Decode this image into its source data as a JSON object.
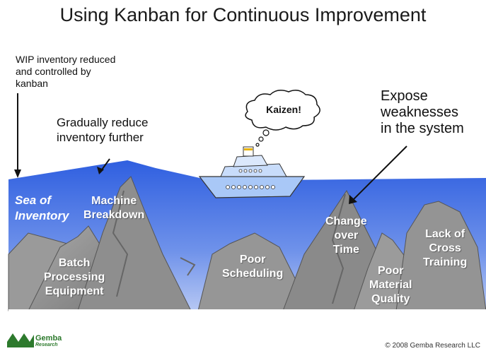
{
  "title": "Using Kanban for Continuous Improvement",
  "annotations": {
    "wip": [
      "WIP inventory reduced",
      "and controlled by",
      "kanban"
    ],
    "gradual": [
      "Gradually reduce",
      "inventory further"
    ],
    "expose": [
      "Expose",
      "weaknesses",
      "in the system"
    ],
    "kaizen": "Kaizen!"
  },
  "sea_label": [
    "Sea of",
    "Inventory"
  ],
  "rocks": {
    "machine_breakdown": [
      "Machine",
      "Breakdown"
    ],
    "batch_processing": [
      "Batch",
      "Processing",
      "Equipment"
    ],
    "poor_scheduling": [
      "Poor",
      "Scheduling"
    ],
    "changeover_time": [
      "Change",
      "over",
      "Time"
    ],
    "poor_material_quality": [
      "Poor",
      "Material",
      "Quality"
    ],
    "lack_of_cross_training": [
      "Lack of",
      "Cross",
      "Training"
    ]
  },
  "logo": [
    "Gemba",
    "Research"
  ],
  "copyright": "© 2008 Gemba Research LLC",
  "colors": {
    "sea_top": "#2f5fe0",
    "sea_bottom": "#b9c9f5",
    "rock": "#8f8f8f",
    "ship_body": "#a9c8f7",
    "logo_green": "#2d7a2d"
  }
}
